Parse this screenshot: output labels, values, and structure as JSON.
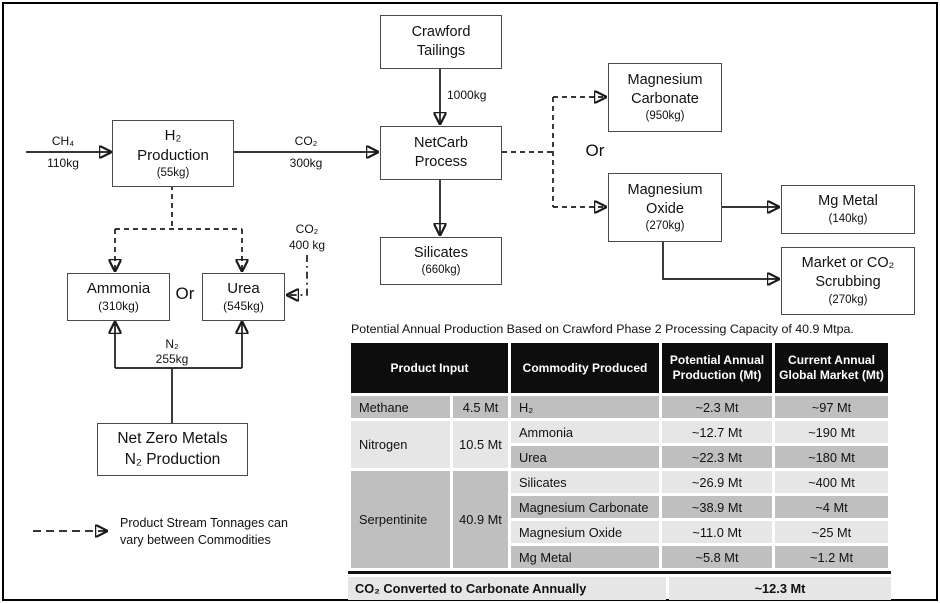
{
  "diagram": {
    "boxes": {
      "crawford": {
        "line1": "Crawford",
        "line2": "Tailings"
      },
      "h2_production": {
        "line1": "H₂",
        "line2": "Production",
        "amount": "(55kg)"
      },
      "netcarb": {
        "line1": "NetCarb",
        "line2": "Process"
      },
      "silicates": {
        "line1": "Silicates",
        "amount": "(660kg)"
      },
      "mag_carbonate": {
        "line1": "Magnesium",
        "line2": "Carbonate",
        "amount": "(950kg)"
      },
      "mag_oxide": {
        "line1": "Magnesium",
        "line2": "Oxide",
        "amount": "(270kg)"
      },
      "mg_metal": {
        "line1": "Mg Metal",
        "amount": "(140kg)"
      },
      "market_scrub": {
        "line1": "Market or CO₂",
        "line2": "Scrubbing",
        "amount": "(270kg)"
      },
      "ammonia": {
        "line1": "Ammonia",
        "amount": "(310kg)"
      },
      "urea": {
        "line1": "Urea",
        "amount": "(545kg)"
      },
      "net_zero_metals": {
        "line1": "Net Zero Metals",
        "line2": "N₂ Production"
      }
    },
    "labels": {
      "ch4": {
        "top": "CH₄",
        "bottom": "110kg"
      },
      "co2_to_netcarb": {
        "top": "CO₂",
        "bottom": "300kg"
      },
      "tailings_feed": "1000kg",
      "co2_to_urea": {
        "top": "CO₂",
        "bottom": "400 kg"
      },
      "n2_feed": {
        "top": "N₂",
        "bottom": "255kg"
      },
      "or_left": "Or",
      "or_right": "Or"
    },
    "legend": {
      "line1": "Product Stream Tonnages can",
      "line2": "vary between Commodities"
    }
  },
  "table": {
    "title": "Potential Annual Production Based on Crawford Phase 2 Processing Capacity of 40.9 Mtpa.",
    "headers": {
      "product_input": "Product Input",
      "commodity": "Commodity Produced",
      "production": "Potential Annual Production (Mt)",
      "market": "Current Annual Global Market (Mt)"
    },
    "rows": [
      {
        "input": "Methane",
        "amount": "4.5 Mt",
        "commodity": "H₂",
        "production": "~2.3 Mt",
        "market": "~97 Mt"
      },
      {
        "input": "Nitrogen",
        "amount": "10.5 Mt",
        "commodity": "Ammonia",
        "production": "~12.7 Mt",
        "market": "~190 Mt"
      },
      {
        "commodity": "Urea",
        "production": "~22.3 Mt",
        "market": "~180 Mt"
      },
      {
        "input": "Serpentinite",
        "amount": "40.9 Mt",
        "commodity": "Silicates",
        "production": "~26.9 Mt",
        "market": "~400 Mt"
      },
      {
        "commodity": "Magnesium Carbonate",
        "production": "~38.9 Mt",
        "market": "~4 Mt"
      },
      {
        "commodity": "Magnesium Oxide",
        "production": "~11.0 Mt",
        "market": "~25 Mt"
      },
      {
        "commodity": "Mg Metal",
        "production": "~5.8 Mt",
        "market": "~1.2 Mt"
      }
    ],
    "footer": {
      "label": "CO₂ Converted to Carbonate Annually",
      "value": "~12.3 Mt"
    }
  },
  "colors": {
    "header-bg": "#0d0d0d",
    "header-text": "#ffffff",
    "row-dark": "#bfbfbf",
    "row-light": "#e7e6e6",
    "footer-bg": "#e7e6e6",
    "box-border": "#4a4a4a",
    "line": "#1a1a1a",
    "frame": "#000000"
  }
}
